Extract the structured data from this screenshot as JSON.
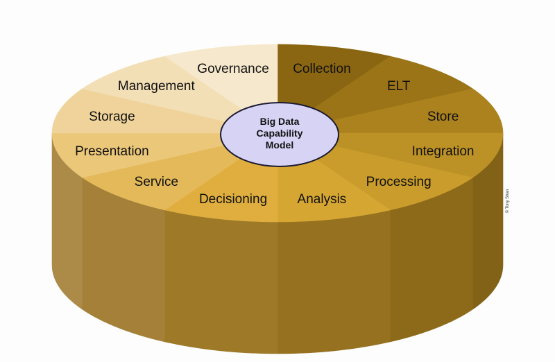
{
  "diagram": {
    "center_label_lines": [
      "Big Data",
      "Capability",
      "Model"
    ],
    "segments": [
      {
        "label": "Collection",
        "color": "#8a6612",
        "side": "#5e450b"
      },
      {
        "label": "ELT",
        "color": "#9b7417",
        "side": "#6a4f0f"
      },
      {
        "label": "Store",
        "color": "#ac821e",
        "side": "#765812"
      },
      {
        "label": "Integration",
        "color": "#bc9126",
        "side": "#826217"
      },
      {
        "label": "Processing",
        "color": "#c99c2b",
        "side": "#8c6a1a"
      },
      {
        "label": "Analysis",
        "color": "#d6a633",
        "side": "#957120"
      },
      {
        "label": "Decisioning",
        "color": "#dfae3e",
        "side": "#9d7928"
      },
      {
        "label": "Service",
        "color": "#e4b95a",
        "side": "#a48038"
      },
      {
        "label": "Presentation",
        "color": "#ebc779",
        "side": "#ac8a48"
      },
      {
        "label": "Storage",
        "color": "#efd39a",
        "side": "#b4955a"
      },
      {
        "label": "Management",
        "color": "#f3dfb6",
        "side": "#bda06a"
      },
      {
        "label": "Governance",
        "color": "#f6e8cc",
        "side": "#c4a878"
      }
    ],
    "hub_color": "#d6d3f5",
    "credit": "© Tony Shan"
  }
}
